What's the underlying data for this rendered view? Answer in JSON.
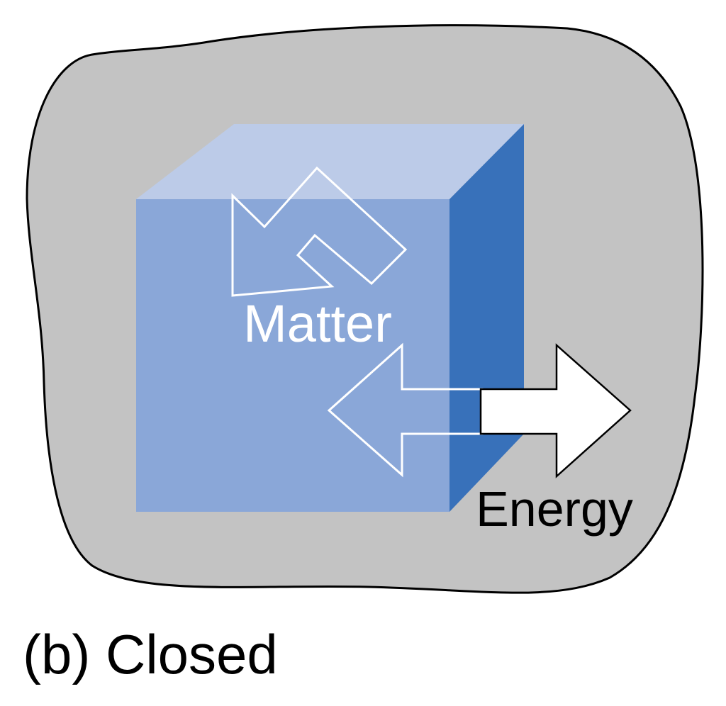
{
  "figure": {
    "caption": "(b) Closed",
    "labels": {
      "matter": "Matter",
      "energy": "Energy"
    }
  },
  "colors": {
    "background": "#ffffff",
    "surroundings_fill": "#c3c3c3",
    "outline": "#000000",
    "cube_front": "#8aa7d8",
    "cube_top": "#bccbe8",
    "cube_side": "#3871ba",
    "arrow_outline": "#ffffff",
    "energy_arrow_fill": "#ffffff",
    "matter_text": "#ffffff",
    "energy_text": "#000000",
    "caption_text": "#000000"
  }
}
